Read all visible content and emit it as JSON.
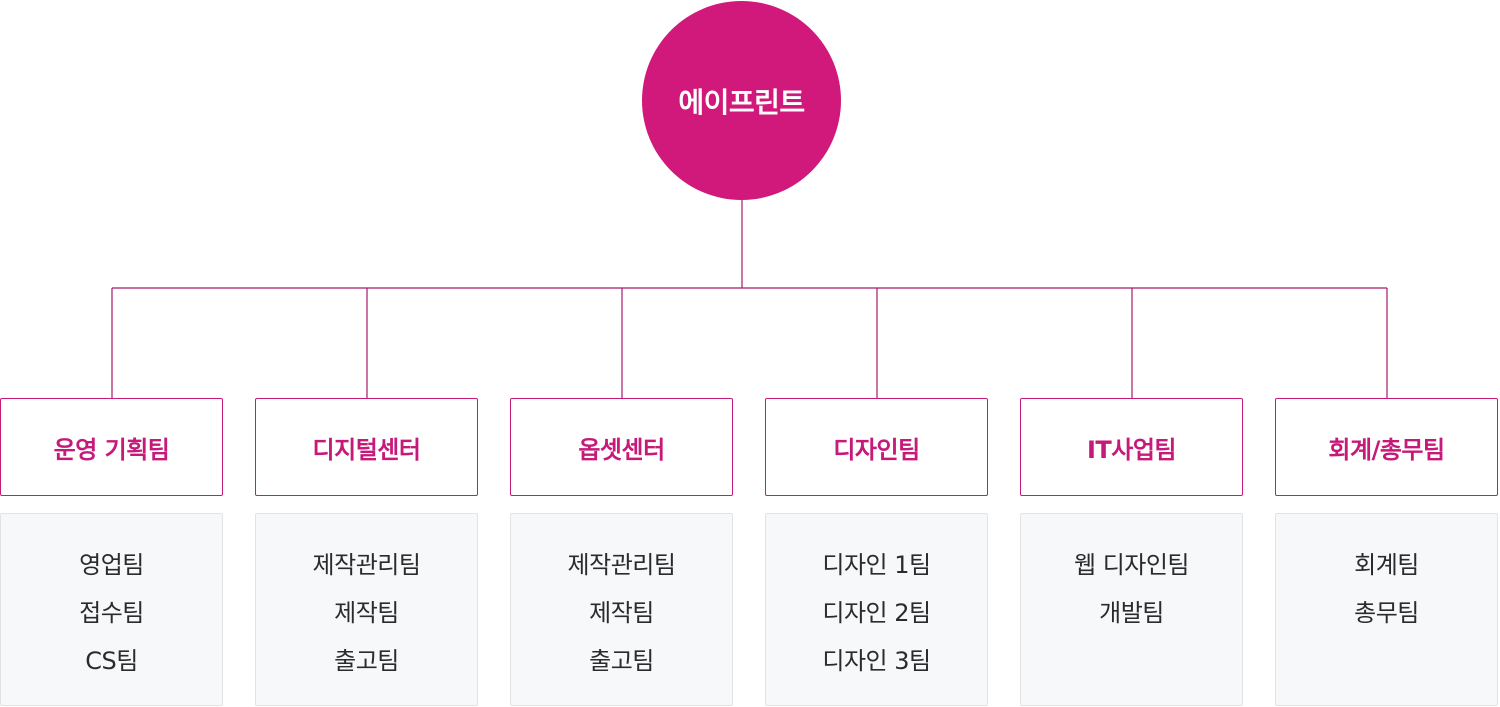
{
  "org": {
    "root_label": "에이프린트",
    "accent_color": "#d1187b",
    "departments": [
      {
        "name": "운영 기획팀",
        "teams": [
          "영업팀",
          "접수팀",
          "CS팀"
        ]
      },
      {
        "name": "디지털센터",
        "teams": [
          "제작관리팀",
          "제작팀",
          "출고팀"
        ]
      },
      {
        "name": "옵셋센터",
        "teams": [
          "제작관리팀",
          "제작팀",
          "출고팀"
        ]
      },
      {
        "name": "디자인팀",
        "teams": [
          "디자인 1팀",
          "디자인 2팀",
          "디자인 3팀"
        ]
      },
      {
        "name": "IT사업팀",
        "teams": [
          "웹 디자인팀",
          "개발팀"
        ]
      },
      {
        "name": "회계/총무팀",
        "teams": [
          "회계팀",
          "총무팀"
        ]
      }
    ]
  }
}
